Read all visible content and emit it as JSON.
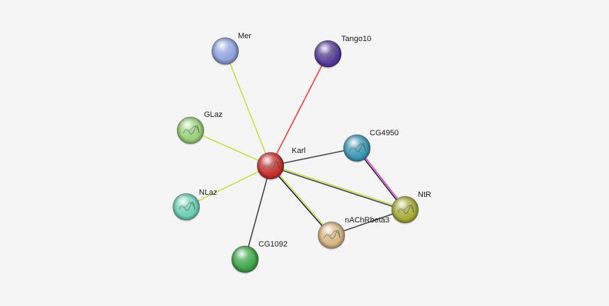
{
  "network": {
    "nodes": [
      {
        "id": "karl",
        "label": "Karl",
        "color": "#c8302f",
        "structure": true
      },
      {
        "id": "mer",
        "label": "Mer",
        "color": "#8fa2dc",
        "structure": false
      },
      {
        "id": "tango10",
        "label": "Tango10",
        "color": "#5a3a9e",
        "structure": true
      },
      {
        "id": "glaz",
        "label": "GLaz",
        "color": "#9ad07a",
        "structure": true
      },
      {
        "id": "cg4950",
        "label": "CG4950",
        "color": "#3f98b8",
        "structure": true
      },
      {
        "id": "nlaz",
        "label": "NLaz",
        "color": "#6fd0b8",
        "structure": true
      },
      {
        "id": "ntr",
        "label": "NtR",
        "color": "#a8ac3a",
        "structure": true
      },
      {
        "id": "nachrbeta3",
        "label": "nAChRbeta3",
        "color": "#d8b584",
        "structure": true
      },
      {
        "id": "cg1092",
        "label": "CG1092",
        "color": "#3fa64a",
        "structure": false
      }
    ],
    "edges": [
      {
        "source": "karl",
        "target": "mer",
        "colors": [
          "#c8dc4a"
        ]
      },
      {
        "source": "karl",
        "target": "tango10",
        "colors": [
          "#e83a3a"
        ]
      },
      {
        "source": "karl",
        "target": "glaz",
        "colors": [
          "#c8dc4a"
        ]
      },
      {
        "source": "karl",
        "target": "cg4950",
        "colors": [
          "#444444"
        ]
      },
      {
        "source": "karl",
        "target": "nlaz",
        "colors": [
          "#c8dc4a"
        ]
      },
      {
        "source": "karl",
        "target": "ntr",
        "colors": [
          "#c8dc4a",
          "#444444"
        ]
      },
      {
        "source": "karl",
        "target": "nachrbeta3",
        "colors": [
          "#c8dc4a",
          "#1a1a40"
        ]
      },
      {
        "source": "karl",
        "target": "cg1092",
        "colors": [
          "#444444"
        ]
      },
      {
        "source": "cg4950",
        "target": "ntr",
        "colors": [
          "#d040d0",
          "#222222"
        ]
      },
      {
        "source": "ntr",
        "target": "nachrbeta3",
        "colors": [
          "#444444"
        ]
      }
    ]
  }
}
